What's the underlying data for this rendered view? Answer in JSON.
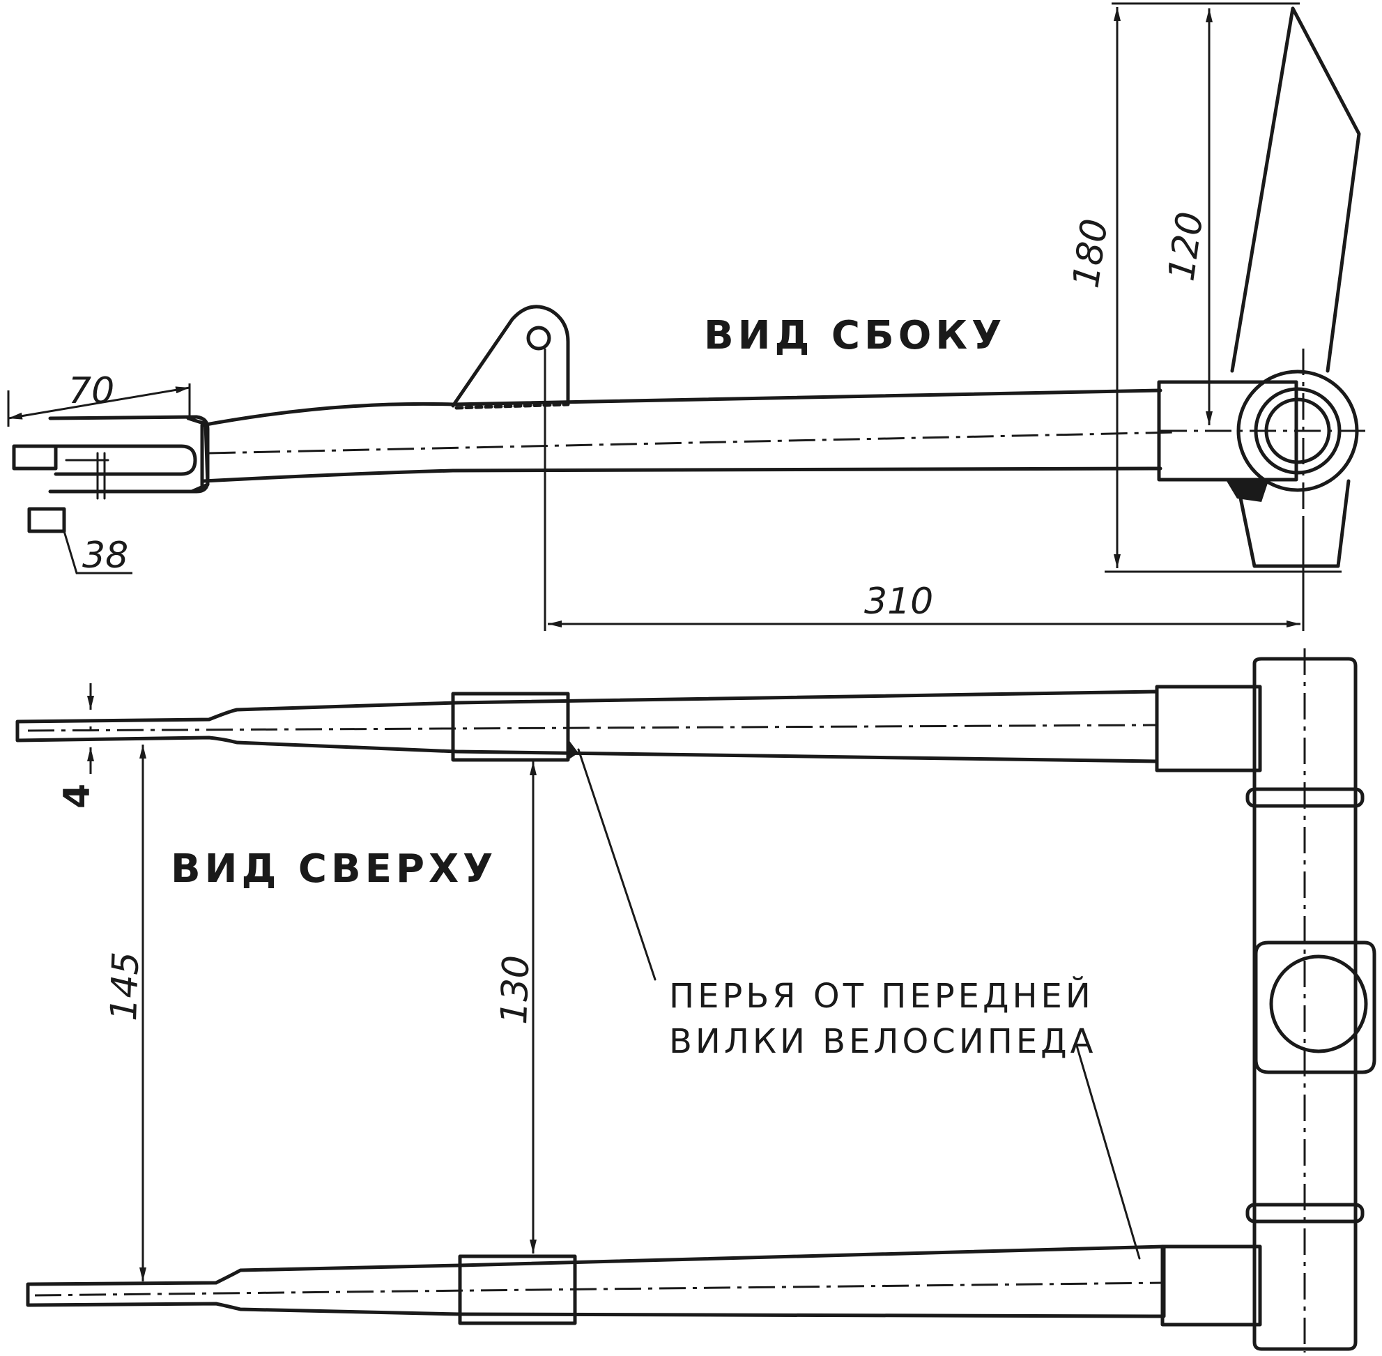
{
  "views": {
    "side": {
      "title": "ВИД СБОКУ"
    },
    "top": {
      "title": "ВИД СВЕРХУ"
    }
  },
  "dimensions": {
    "d70": "70",
    "d38": "38",
    "d180": "180",
    "d120": "120",
    "d310": "310",
    "d4": "4",
    "d145": "145",
    "d130": "130"
  },
  "note": {
    "line1": "ПЕРЬЯ ОТ ПЕРЕДНЕЙ",
    "line2": "ВИЛКИ ВЕЛОСИПЕДА"
  }
}
